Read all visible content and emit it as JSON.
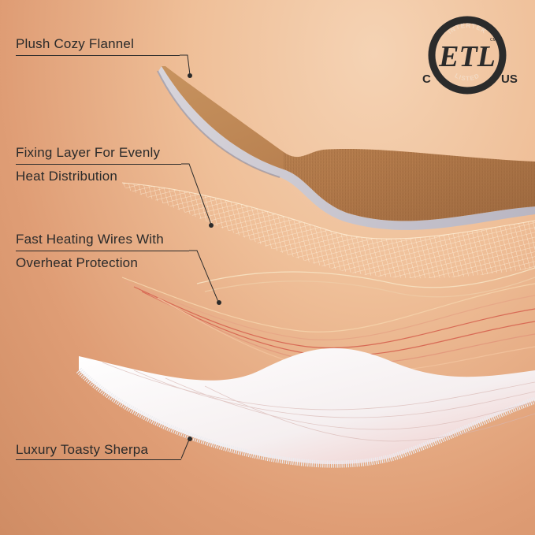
{
  "labels": {
    "flannel": "Plush Cozy Flannel",
    "fixing_line1": "Fixing Layer For Evenly",
    "fixing_line2": "Heat Distribution",
    "wires_line1": "Fast Heating Wires With",
    "wires_line2": "Overheat Protection",
    "sherpa": "Luxury Toasty Sherpa"
  },
  "certification": {
    "brand": "INTERTEK",
    "mark": "ETL",
    "small": "CM",
    "status": "LISTED",
    "left_mark": "C",
    "right_mark": "US"
  },
  "colors": {
    "flannel": "#b8804f",
    "wires": "#d86a55",
    "sherpa": "#f3f0ef",
    "text": "#2a2a2a"
  }
}
